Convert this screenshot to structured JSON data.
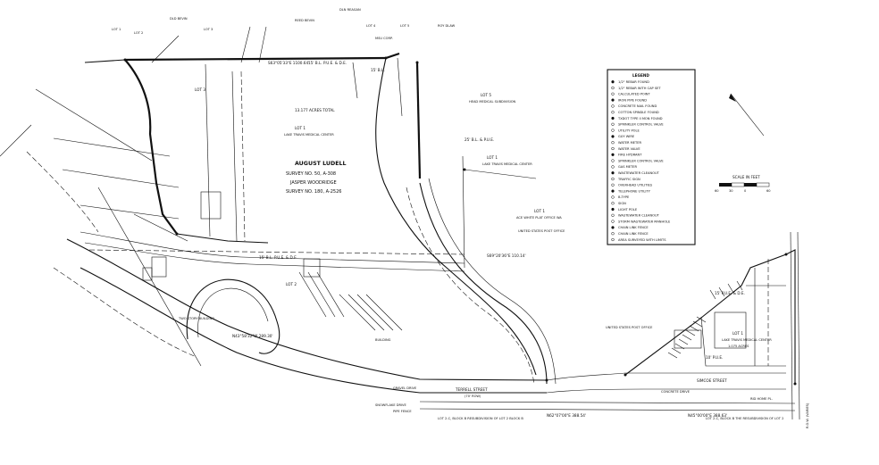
{
  "plat": {
    "main_title": "AUGUST LUDELL",
    "survey_1": "SURVEY NO. 50, A-308",
    "survey_2": "JASPER WOODRIDGE",
    "survey_3": "SURVEY NO. 180, A-2526",
    "acres_total": "13.177 ACRES TOTAL",
    "street_a": "SIMCOE STREET",
    "street_b": "TERRELL STREET",
    "street_b_row": "(70' ROW)",
    "street_c": "SNOWFLAKE DRIVE",
    "street_d": "CONCRETE DRIVE",
    "street_e": "GRAVEL DRIVE",
    "street_f": "RID HOME PL.",
    "lot_3_label": "LOT 3",
    "lot_2_label": "LOT 2",
    "lot_1_label": "LOT 1",
    "lot_1_desc": "LAKE TRAVIS MEDICAL CENTER",
    "lot_1_acres": "1.075 ACRES",
    "lot_x_label": "LOT 1",
    "lot_x_desc": "ACE WHITE PLAT OFFICE WA",
    "lot_5_label": "LOT 5",
    "lot_5_desc": "HEAD MEDICAL SUBDIVISION",
    "center_lot": "LOT 1",
    "center_lot_desc": "LAKE TRAVIS MEDICAL CENTER",
    "ease_1": "15' B.L. P.U.E. & D.E.",
    "ease_2": "15' B.L.",
    "ease_3": "15' B.L. P.U.E. & D.E.",
    "ease_4": "25' B.L. & P.U.E.",
    "ease_5": "15' P.U.E. & D.E.",
    "ease_6": "10' P.U.E.",
    "bearing_top": "S63°05'33\"E 1100.64'",
    "bearing_mid": "S69°20'36\"E 110.14'",
    "bearing_bot": "N62°07'00\"E 388.54'",
    "bearing_left": "N43°58'32\"W 289.30'",
    "bearing_right": "N45°00'00\"E 388.63'",
    "lot_2_bottom": "LOT 2-C, BLOCK B\nRESUBDIVISION OF LOT 2\nBLOCK B",
    "lot_2_bottom_b": "LOT 2-C, BLOCK B\nTHE RESUBDIVISION OF LOT 2",
    "label_tcad": "UNITED STATES POST OFFICE",
    "label_row_right": "R.O.W. (VARIES)",
    "building_1": "TWO STORY BUILDING",
    "building_2": "BUILDING",
    "fence_note": "PIPE FENCE",
    "top_labels": [
      "LOT 1",
      "LOT 2",
      "LOT 3",
      "LOT 4",
      "LOT 5"
    ],
    "top_owners": [
      "DLD BEVIN",
      "REED BEVIN",
      "DLN REAGAN",
      "ROY DLAW",
      "MSU CORP."
    ]
  },
  "legend": {
    "title": "LEGEND",
    "items": [
      "1/2\" REBAR FOUND",
      "1/2\" REBAR WITH CAP SET",
      "CALCULATED POINT",
      "IRON PIPE FOUND",
      "CONCRETE NAIL FOUND",
      "COTTON SPINDLE FOUND",
      "TXDOT TYPE II MON FOUND",
      "SPRINKLER CONTROL VALVE",
      "UTILITY POLE",
      "GUY WIRE",
      "WATER METER",
      "WATER VALVE",
      "FIRE HYDRANT",
      "SPRINKLER CONTROL VALVE",
      "GAS METER",
      "WASTEWATER CLEANOUT",
      "TRAFFIC SIGN",
      "OVERHEAD UTILITIES",
      "TELEPHONE UTILITY",
      "B-TYPE",
      "SIGN",
      "LIGHT POLE",
      "WASTEWATER CLEANOUT",
      "STORM WASTEWATER MANHOLE",
      "CHAIN LINK FENCE",
      "CHAIN LINK FENCE",
      "AREA SURVEYED WITH LIMITS"
    ]
  },
  "scale": {
    "label": "SCALE IN FEET",
    "ticks": [
      "60",
      "30",
      "0",
      "60"
    ]
  }
}
